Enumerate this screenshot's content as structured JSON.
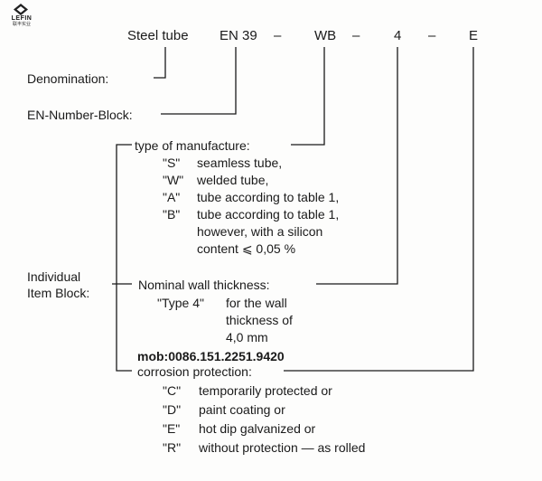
{
  "logo": {
    "brand": "LEFIN",
    "tagline": "联丰实业"
  },
  "designation": {
    "prefix": "Steel tube",
    "en_number": "EN 39",
    "dash1": "–",
    "manufacture": "WB",
    "dash2": "–",
    "wall": "4",
    "dash3": "–",
    "corrosion": "E"
  },
  "labels": {
    "denomination": "Denomination:",
    "en_block": "EN-Number-Block:",
    "individual_line1": "Individual",
    "individual_line2": "Item Block:"
  },
  "manufacture": {
    "heading": "type of manufacture:",
    "items": [
      {
        "code": "\"S\"",
        "text": "seamless tube,"
      },
      {
        "code": "\"W\"",
        "text": "welded tube,"
      },
      {
        "code": "\"A\"",
        "text": "tube according to table 1,"
      },
      {
        "code": "\"B\"",
        "text": "tube according to table 1,"
      }
    ],
    "b_cont1": "however, with a silicon",
    "b_cont2": "content ⩽ 0,05 %"
  },
  "wall_thickness": {
    "heading": "Nominal wall thickness:",
    "code": "\"Type 4\"",
    "line1": "for the wall",
    "line2": "thickness of",
    "line3": "4,0 mm"
  },
  "contact": "mob:0086.151.2251.9420",
  "corrosion": {
    "heading": "corrosion protection:",
    "items": [
      {
        "code": "\"C\"",
        "text": "temporarily protected or"
      },
      {
        "code": "\"D\"",
        "text": "paint coating or"
      },
      {
        "code": "\"E\"",
        "text": "hot dip galvanized or"
      },
      {
        "code": "\"R\"",
        "text": "without protection — as rolled"
      }
    ]
  }
}
